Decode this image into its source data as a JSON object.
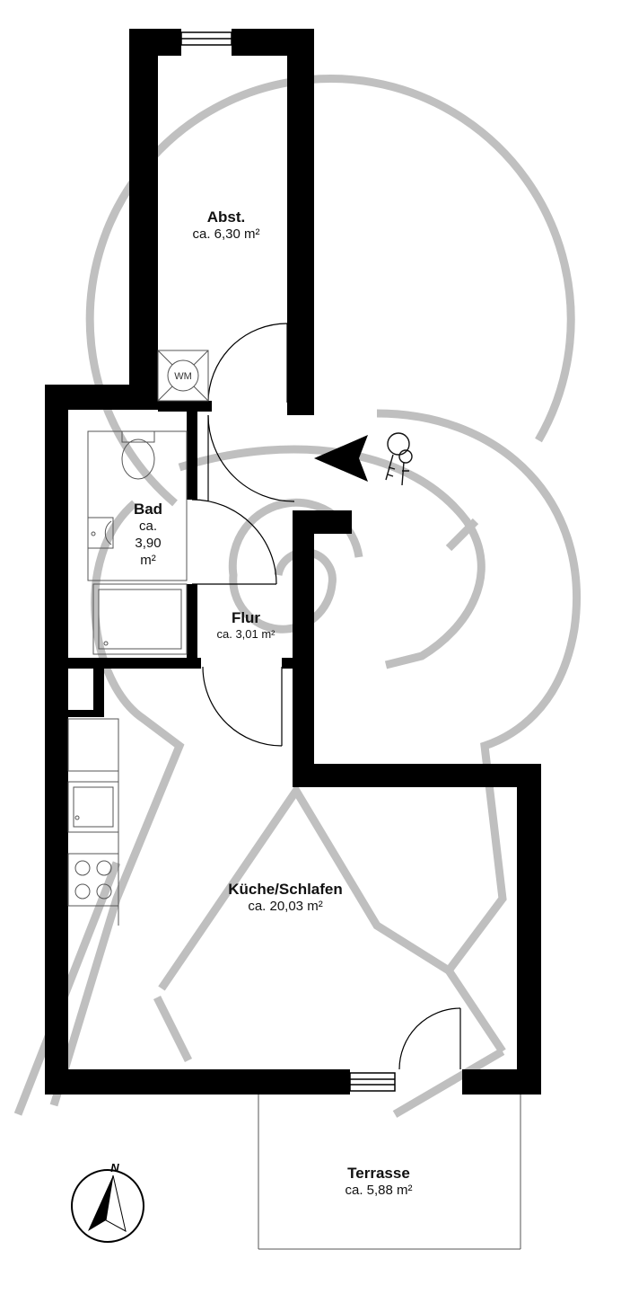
{
  "rooms": {
    "abst": {
      "name": "Abst.",
      "area": "ca. 6,30 m²"
    },
    "bad": {
      "name": "Bad",
      "area_line1": "ca.",
      "area_line2": "3,90",
      "area_line3": "m²"
    },
    "flur": {
      "name": "Flur",
      "area": "ca. 3,01 m²"
    },
    "kueche": {
      "name": "Küche/Schlafen",
      "area": "ca. 20,03 m²"
    },
    "terrasse": {
      "name": "Terrasse",
      "area": "ca. 5,88 m²"
    }
  },
  "fixtures": {
    "washing_machine": "WM"
  },
  "compass": {
    "north": "N"
  },
  "colors": {
    "wall": "#000000",
    "watermark": "#b0b0b0",
    "fixture": "#555555",
    "background": "#ffffff"
  }
}
